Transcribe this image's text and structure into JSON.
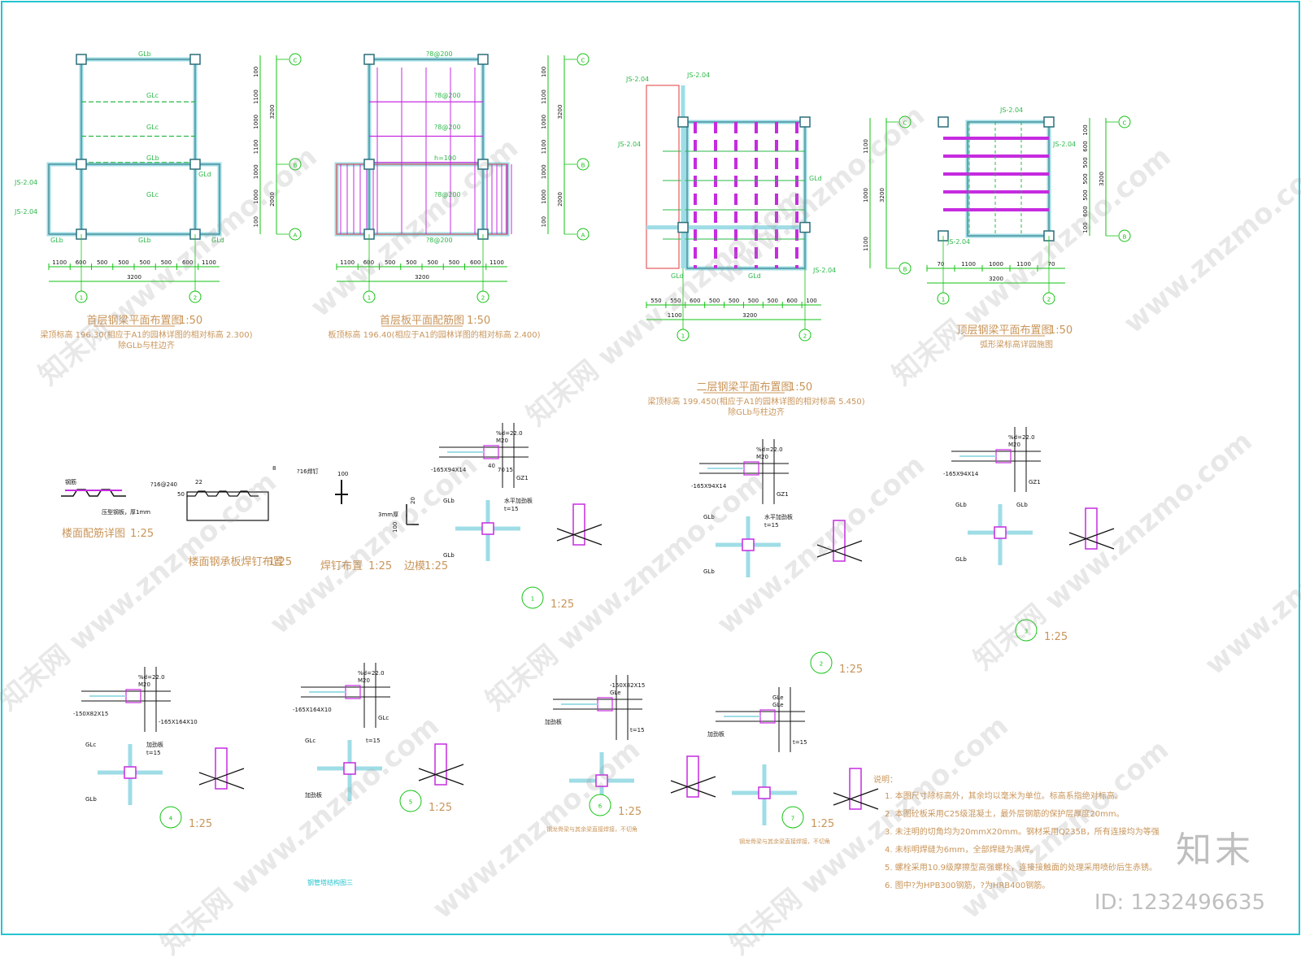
{
  "border_color": "#25c4cf",
  "colors": {
    "steel": "#9fdde6",
    "beam": "#2db84a",
    "rebar": "#c62be0",
    "slab": "#e23b3b",
    "text": "#c9955a",
    "axis": "#13c313"
  },
  "plans": [
    {
      "title": "首层钢梁平面布置图",
      "scale": "1:50",
      "sub1": "梁顶标高 196.30(相应于A1的园林详图的相对标高 2.300)",
      "sub2": "除GLb与柱边齐",
      "dims": [
        "1100",
        "600",
        "500",
        "500",
        "500",
        "500",
        "600",
        "1100"
      ],
      "total": "3200",
      "axes": [
        "1",
        "2"
      ],
      "rows": [
        "C",
        "B",
        "A"
      ],
      "vdims": [
        "100",
        "1100",
        "1000",
        "1100",
        "1000",
        "1000",
        "100"
      ],
      "vtotals": [
        "3200",
        "2000"
      ],
      "labels": [
        "GLb",
        "GLc",
        "GLc",
        "GLb",
        "GLc",
        "GLb",
        "GLb",
        "GLd",
        "GLd",
        "JS-2.04",
        "JS-2.04"
      ]
    },
    {
      "title": "首层板平面配筋图",
      "scale": "1:50",
      "sub1": "板顶标高 196.40(相应于A1的园林详图的相对标高 2.400)",
      "dims": [
        "1100",
        "600",
        "500",
        "500",
        "500",
        "500",
        "600",
        "1100"
      ],
      "total": "3200",
      "axes": [
        "1",
        "2"
      ],
      "rows": [
        "C",
        "B",
        "A"
      ],
      "vdims": [
        "100",
        "1100",
        "1000",
        "1100",
        "1000",
        "1000",
        "100"
      ],
      "vtotals": [
        "3200",
        "2000"
      ],
      "labels": [
        "?8@200",
        "?8@200",
        "?8@200",
        "h=100",
        "?8@200",
        "?8@200"
      ]
    },
    {
      "title": "二层钢梁平面布置图",
      "scale": "1:50",
      "sub1": "梁顶标高 199.450(相应于A1的园林详图的相对标高 5.450)",
      "sub2": "除GLb与柱边齐",
      "dims": [
        "550",
        "550",
        "600",
        "500",
        "500",
        "500",
        "500",
        "600",
        "100"
      ],
      "dims2": [
        "1100",
        "3200"
      ],
      "axes": [
        "1",
        "2"
      ],
      "rows": [
        "C",
        "B"
      ],
      "vdims": [
        "1100",
        "1000",
        "1100"
      ],
      "vtotals": [
        "3200"
      ],
      "labels": [
        "GLd",
        "GLd",
        "GLd",
        "JS-2.04",
        "JS-2.04",
        "JS-2.04",
        "JS-2.04"
      ]
    },
    {
      "title": "顶层钢梁平面布置图",
      "scale": "1:50",
      "sub1": "弧形梁标高详园施图",
      "dims": [
        "70",
        "1100",
        "1000",
        "1100",
        "70"
      ],
      "total": "3200",
      "axes": [
        "1",
        "2"
      ],
      "rows": [
        "C",
        "B"
      ],
      "vdims": [
        "100",
        "600",
        "500",
        "500",
        "500",
        "600",
        "100"
      ],
      "vtotals": [
        "3200"
      ],
      "labels": [
        "JS-2.04",
        "JS-2.04",
        "JS-2.04"
      ]
    }
  ],
  "details": [
    {
      "title": "楼面配筋详图",
      "scale": "1:25",
      "labels": [
        "钢筋",
        "压型钢板，厚1mm"
      ]
    },
    {
      "title": "楼面钢承板焊钉布置",
      "scale": "1:25",
      "labels": [
        "?16@240",
        "22",
        "8",
        "50"
      ]
    },
    {
      "title": "焊钉布置",
      "scale": "1:25",
      "labels": [
        "?16焊钉",
        "100"
      ]
    },
    {
      "title": "边模",
      "scale": "1:25",
      "labels": [
        "3mm厚",
        "20",
        "100"
      ]
    }
  ],
  "nodes": [
    {
      "num": "1",
      "scale": "1:25",
      "labels": [
        "%d=22.0",
        "M20",
        "-165X94X14",
        "GZ1",
        "GLb",
        "GLb",
        "水平加劲板",
        "t=15",
        "40",
        "70",
        "15"
      ]
    },
    {
      "num": "2",
      "scale": "1:25",
      "labels": [
        "%d=22.0",
        "M20",
        "-165X94X14",
        "GZ1",
        "GLb",
        "GLb",
        "水平加劲板",
        "t=15"
      ]
    },
    {
      "num": "3",
      "scale": "1:25",
      "labels": [
        "%d=22.0",
        "M20",
        "-165X94X14",
        "GZ1",
        "GLb",
        "GLb",
        "GLb"
      ]
    },
    {
      "num": "4",
      "scale": "1:25",
      "labels": [
        "%d=22.0",
        "M20",
        "-150X82X15",
        "-165X164X10",
        "GLc",
        "GLb",
        "加劲板",
        "t=15"
      ]
    },
    {
      "num": "5",
      "scale": "1:25",
      "labels": [
        "%d=22.0",
        "M20",
        "-165X164X10",
        "GLc",
        "GLc",
        "加劲板",
        "t=15"
      ]
    },
    {
      "num": "6",
      "scale": "1:25",
      "note": "钢龙骨梁与其余梁直接焊接，不切角",
      "labels": [
        "-150X82X15",
        "GLe",
        "加劲板",
        "t=15"
      ]
    },
    {
      "num": "7",
      "scale": "1:25",
      "note": "钢龙骨梁与其余梁直接焊接，不切角",
      "labels": [
        "GLe",
        "GLe",
        "加劲板",
        "t=15"
      ]
    }
  ],
  "notes": {
    "heading": "说明：",
    "items": [
      "1. 本图尺寸除标高外，其余均以毫米为单位。标高系指绝对标高。",
      "2. 本图砼板采用C25级混凝土，最外层钢筋的保护层厚度20mm。",
      "3. 未注明的切角均为20mmX20mm。钢材采用Q235B，所有连接均为等强",
      "4. 未标明焊缝为6mm，全部焊缝为满焊。",
      "5. 螺栓采用10.9级摩擦型高强螺栓，连接接触面的处理采用喷砂后生赤锈。",
      "6. 图中?为HPB300钢筋，?为HRB400钢筋。"
    ]
  },
  "sheet_label": "钢管塔结构图三",
  "watermark": "www.znzmo.com",
  "watermark_brand": "知末网",
  "brand": "知末",
  "id_text": "ID: 1232496635"
}
